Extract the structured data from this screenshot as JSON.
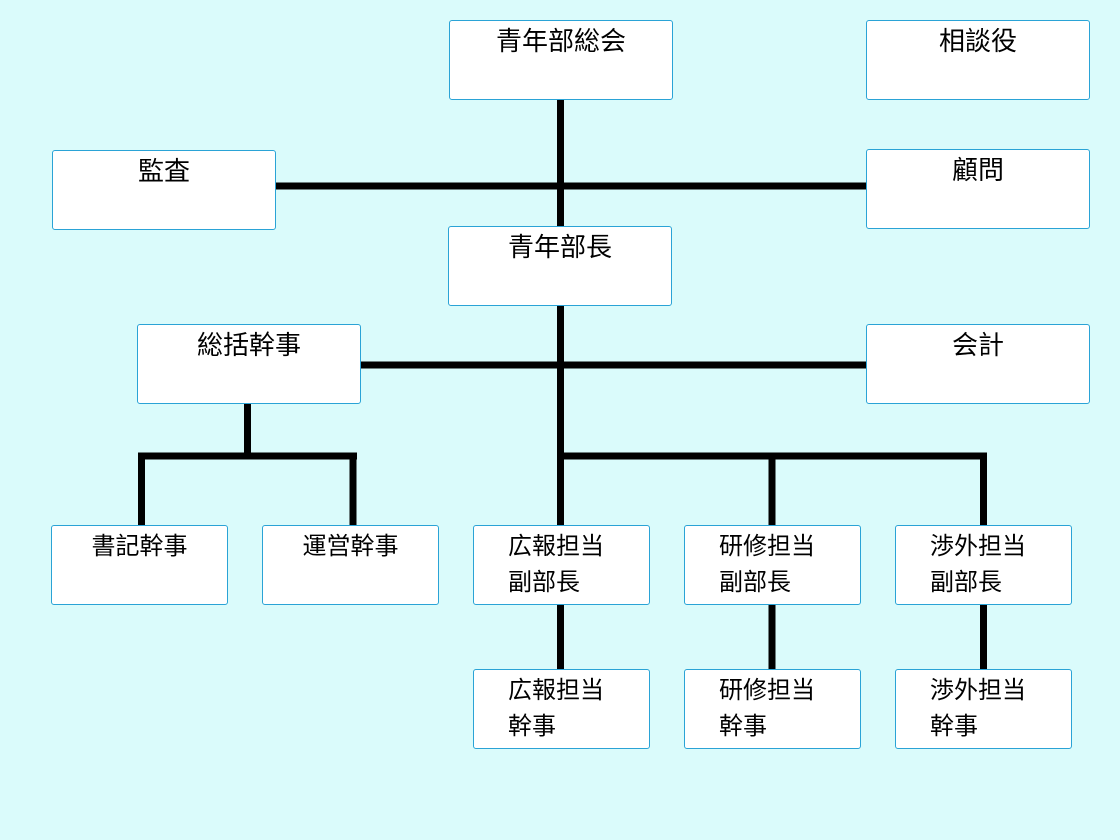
{
  "org_chart": {
    "general_meeting": "青年部総会",
    "counselor": "相談役",
    "auditor": "監査",
    "advisor": "顧問",
    "youth_director": "青年部長",
    "general_secretary": "総括幹事",
    "treasurer": "会計",
    "recording_secretary": "書記幹事",
    "operations_secretary": "運営幹事",
    "pr_vice_director": "広報担当\n副部長",
    "training_vice_director": "研修担当\n副部長",
    "external_vice_director": "渉外担当\n副部長",
    "pr_secretary": "広報担当\n幹事",
    "training_secretary": "研修担当\n幹事",
    "external_secretary": "渉外担当\n幹事"
  },
  "colors": {
    "background": "#dafbfb",
    "box_fill": "#ffffff",
    "box_border": "#2aa3d6",
    "connector": "#000000"
  }
}
